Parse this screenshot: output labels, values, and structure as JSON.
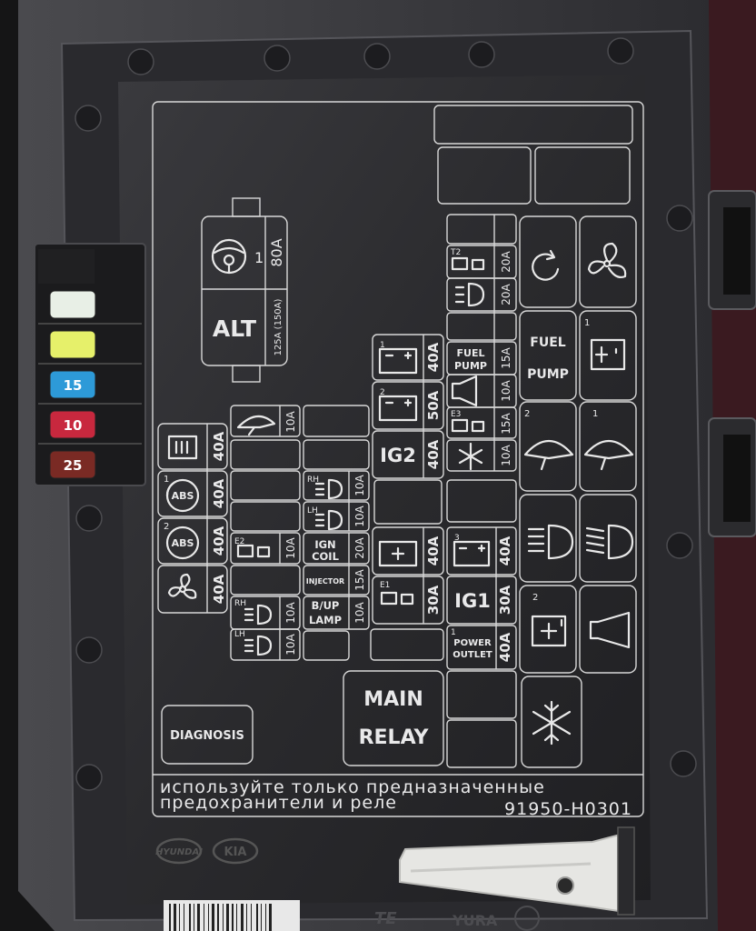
{
  "labels": {
    "alt_amp_top": "80A",
    "alt_number": "1",
    "alt": "ALT",
    "alt_amp_bottom": "125A (150A)",
    "diagnosis": "DIAGNOSIS",
    "main_relay_line1": "MAIN",
    "main_relay_line2": "RELAY",
    "fuel_pump_fuse_1": "FUEL",
    "fuel_pump_fuse_2": "PUMP",
    "fuel_pump_relay_1": "FUEL",
    "fuel_pump_relay_2": "PUMP",
    "ign_coil_1": "IGN",
    "ign_coil_2": "COIL",
    "injector": "INJECTOR",
    "bup_lamp_1": "B/UP",
    "bup_lamp_2": "LAMP",
    "ig2": "IG2",
    "ig1": "IG1",
    "power_outlet_1": "POWER",
    "power_outlet_2": "OUTLET",
    "abs": "ABS",
    "rh": "RH",
    "lh": "LH",
    "t2": "T2",
    "e1": "E1",
    "e2": "E2",
    "e3": "E3",
    "n1": "1",
    "n2": "2",
    "n3": "3"
  },
  "amps": {
    "rear_defog": "40A",
    "abs1": "40A",
    "abs2": "40A",
    "blower": "40A",
    "wiper_fuse": "10A",
    "e2_fuse": "10A",
    "rh_lamp": "10A",
    "lh_lamp": "10A",
    "rh_head": "10A",
    "lh_head": "10A",
    "ign_coil": "20A",
    "injector": "15A",
    "bup_lamp": "10A",
    "batt1": "40A",
    "batt2": "50A",
    "ig2": "40A",
    "batt3": "40A",
    "e1_fuse": "30A",
    "t2_fuse": "20A",
    "head_fuse": "20A",
    "fuel_pump_a": "15A",
    "horn_fuse": "10A",
    "e3_fuse": "15A",
    "ac_fuse": "10A",
    "batt4": "40A",
    "ig1": "30A",
    "power_outlet": "40A"
  },
  "spare_fuses": [
    "15",
    "10",
    "25"
  ],
  "colors": {
    "fuse_clear": "#e8efe6",
    "fuse_yellow": "#e6f06a",
    "fuse_blue": "#2d9ad8",
    "fuse_red": "#c8283e",
    "fuse_brown": "#7a2a24"
  },
  "footer": {
    "warning_line1": "используйте только предназначенные",
    "warning_line2": "предохранители и реле",
    "part_number": "91950-H0301",
    "brand_hyundai": "HYUNDAI",
    "brand_kia": "KIA",
    "maker_te": "TE",
    "maker_yura": "YURA"
  },
  "icons": {
    "wheel": "steering-wheel-icon",
    "abs": "abs-icon",
    "fan": "fan-icon",
    "battery": "battery-icon",
    "wiper": "wiper-icon",
    "headlamp": "headlamp-icon",
    "horn": "horn-icon",
    "snowflake": "snowflake-icon",
    "engine": "engine-icon",
    "refresh": "circulation-icon"
  }
}
